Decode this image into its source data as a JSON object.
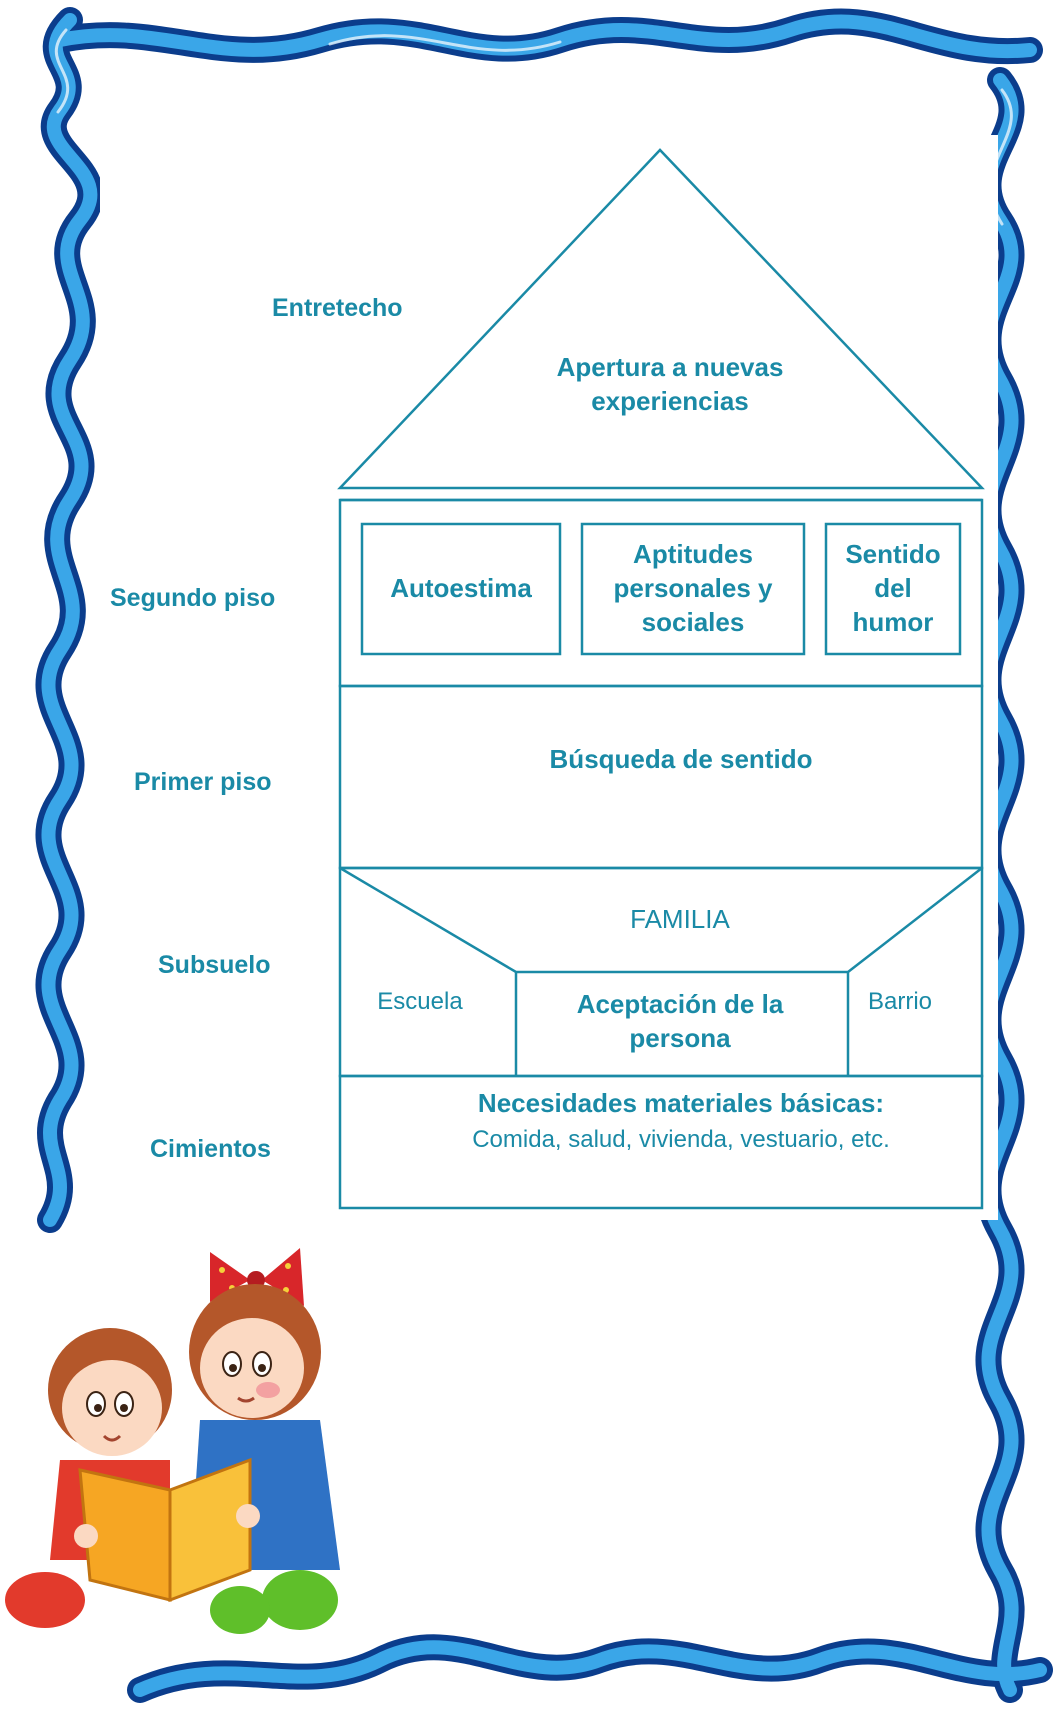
{
  "colors": {
    "diagram": "#1a8aa6",
    "frame_outer": "#0b3d8c",
    "frame_inner": "#3aa6e8"
  },
  "levels": {
    "attic": "Entretecho",
    "second_floor": "Segundo piso",
    "first_floor": "Primer piso",
    "basement": "Subsuelo",
    "foundation": "Cimientos"
  },
  "house": {
    "roof_text": "Apertura a nuevas experiencias",
    "second_floor_boxes": [
      "Autoestima",
      "Aptitudes personales y sociales",
      "Sentido del humor"
    ],
    "first_floor_text": "Búsqueda de sentido",
    "basement": {
      "top": "FAMILIA",
      "left": "Escuela",
      "center": "Aceptación de la persona",
      "right": "Barrio"
    },
    "foundation": {
      "title": "Necesidades materiales básicas:",
      "items": "Comida, salud, vivienda, vestuario, etc."
    }
  },
  "illustration": {
    "icon": "children-reading-book-icon"
  }
}
